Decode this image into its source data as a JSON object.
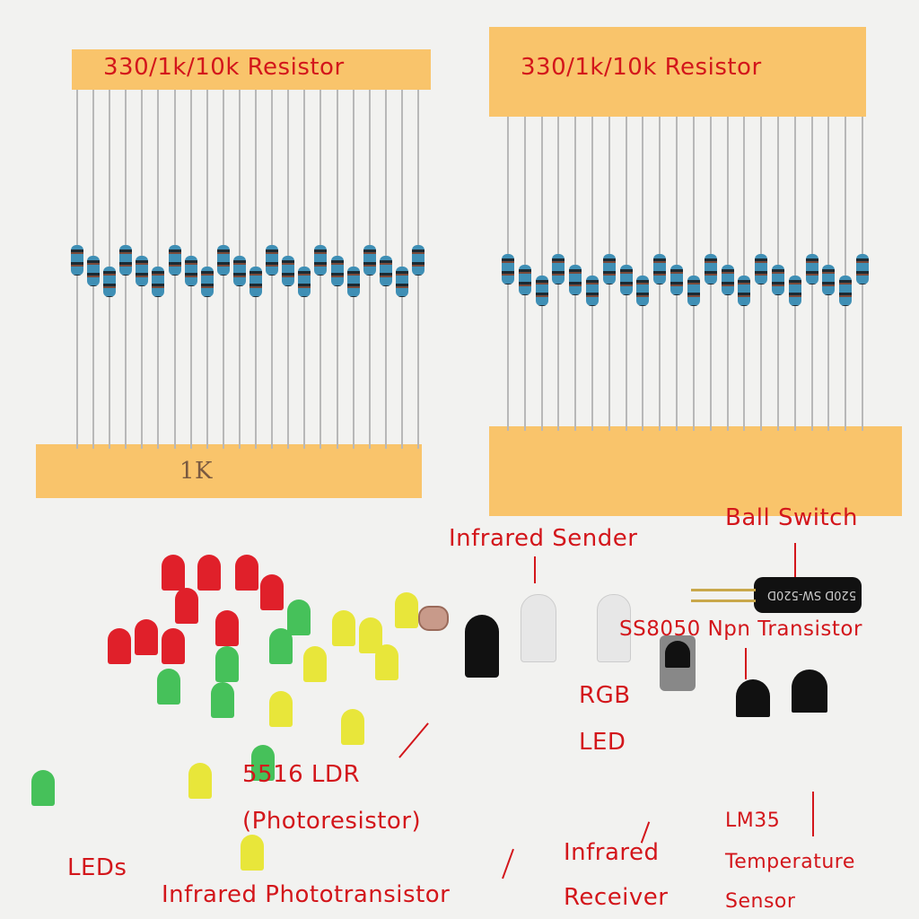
{
  "image": {
    "description": "Electronics starter kit components product photo",
    "background": "#f2f2f0",
    "label_color": "#d3161b"
  },
  "labels": {
    "resistor_left": "330/1k/10k Resistor",
    "resistor_right": "330/1k/10k Resistor",
    "tape_marking": "1K",
    "ball_switch": "Ball Switch",
    "ball_switch_marking": "520D SW-520D",
    "infrared_sender": "Infrared Sender",
    "ss8050": "SS8050 Npn Transistor",
    "rgb_led_line1": "RGB",
    "rgb_led_line2": "LED",
    "ldr_line1": "5516 LDR",
    "ldr_line2": "(Photoresistor)",
    "leds": "LEDs",
    "ir_phototransistor": "Infrared Phototransistor",
    "ir_receiver_line1": "Infrared",
    "ir_receiver_line2": "Receiver",
    "lm35_line1": "LM35",
    "lm35_line2": "Temperature",
    "lm35_line3": "Sensor"
  }
}
